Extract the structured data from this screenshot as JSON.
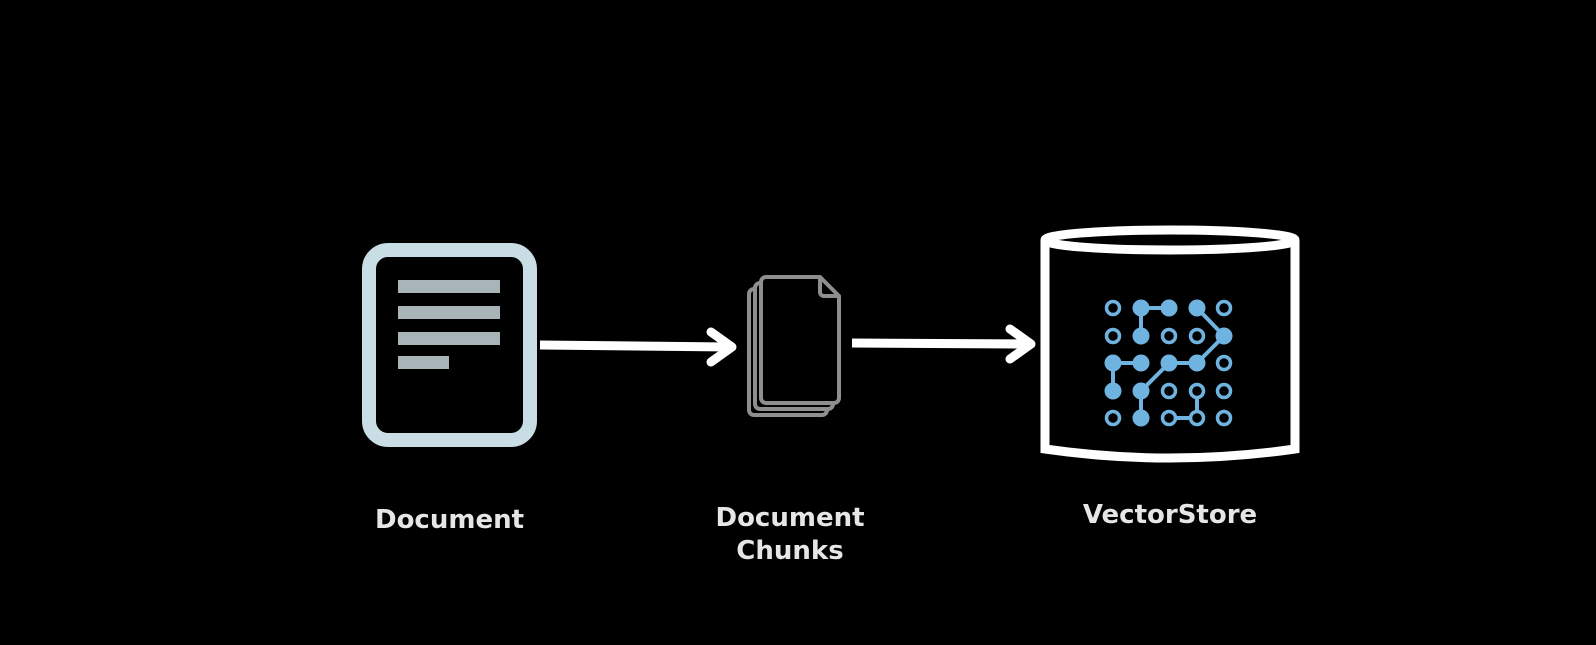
{
  "nodes": {
    "document": {
      "label": "Document",
      "icon": "document-icon",
      "color": "#c9dde4"
    },
    "chunks": {
      "label_lines": [
        "Document",
        "Chunks"
      ],
      "icon": "stacked-pages-icon",
      "color": "#8e8e8e"
    },
    "vectorstore": {
      "label": "VectorStore",
      "icon": "database-cylinder-icon",
      "color": "#ffffff"
    }
  },
  "colors": {
    "background": "#000000",
    "arrow": "#ffffff",
    "label": "#e6e6e6",
    "lines": "#a9b4b8",
    "network": "#6fb3e0"
  }
}
